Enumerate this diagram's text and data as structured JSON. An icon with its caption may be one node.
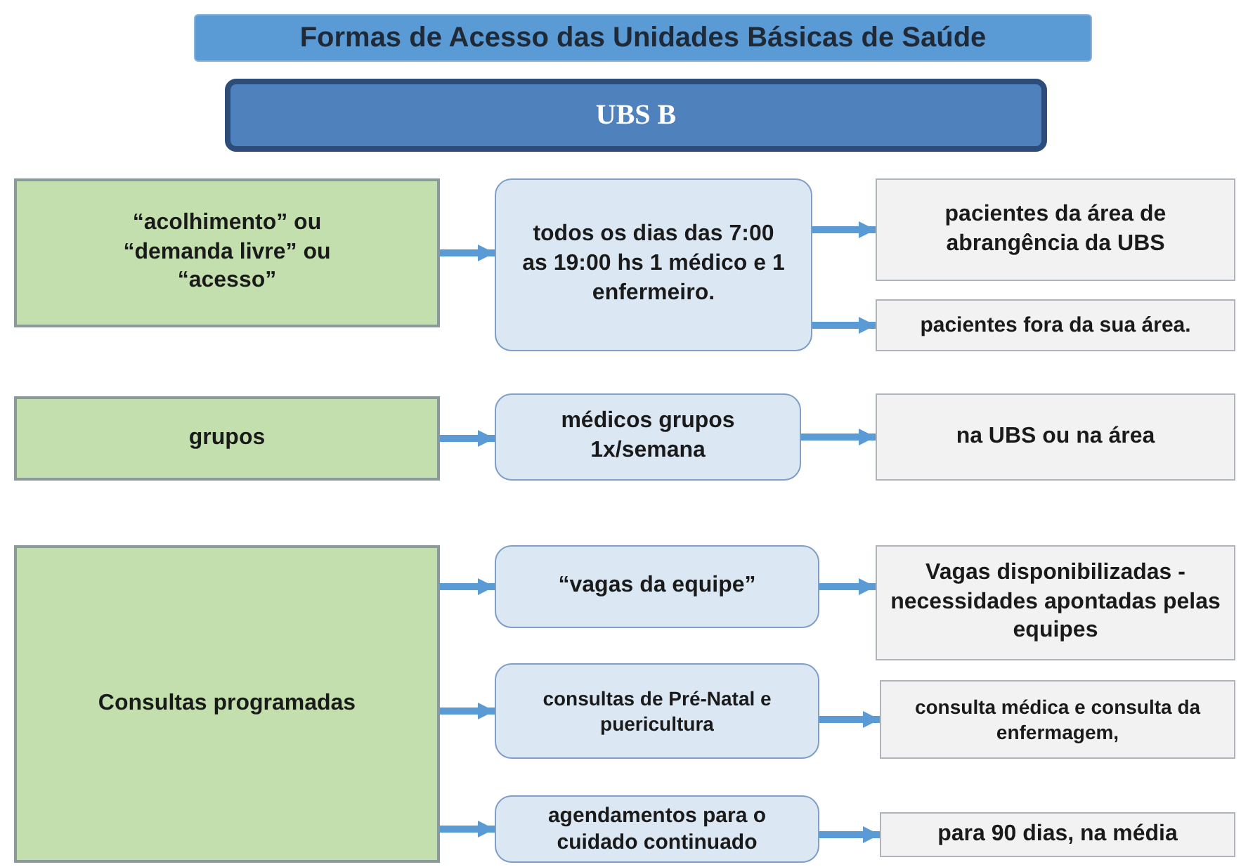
{
  "diagram": {
    "title": "Formas de Acesso das Unidades Básicas de Saúde",
    "nodes": [
      {
        "text": [
          "UBS  B"
        ]
      },
      {
        "text": [
          "“acolhimento” ou “demanda livre” ou “acesso”"
        ]
      },
      {
        "text": [
          "todos os dias das 7:00 as 19:00 hs 1 médico e 1 enfermeiro."
        ]
      },
      {
        "text": [
          "pacientes da área de abrangência da UBS"
        ]
      },
      {
        "text": [
          "pacientes fora da sua área."
        ]
      },
      {
        "text": [
          "grupos"
        ]
      },
      {
        "text": [
          "médicos grupos 1x/semana"
        ]
      },
      {
        "text": [
          "na UBS ou na área"
        ]
      },
      {
        "text": [
          "Consultas programadas"
        ]
      },
      {
        "text": [
          "“vagas da equipe”"
        ]
      },
      {
        "text": [
          "Vagas disponibilizadas -necessidades apontadas pelas  equipes"
        ]
      },
      {
        "text": [
          "consultas de Pré-Natal e puericultura"
        ]
      },
      {
        "text": [
          "consulta médica e consulta da enfermagem,"
        ]
      },
      {
        "text": [
          "agendamentos para o cuidado continuado"
        ]
      },
      {
        "text": [
          "para 90 dias, na média"
        ]
      }
    ],
    "edges": [
      {
        "from": 1,
        "to": 2,
        "arrow": "to"
      },
      {
        "from": 2,
        "to": 3,
        "arrow": "to"
      },
      {
        "from": 2,
        "to": 4,
        "arrow": "to"
      },
      {
        "from": 5,
        "to": 6,
        "arrow": "to"
      },
      {
        "from": 6,
        "to": 7,
        "arrow": "to"
      },
      {
        "from": 8,
        "to": 9,
        "arrow": "to"
      },
      {
        "from": 9,
        "to": 10,
        "arrow": "to"
      },
      {
        "from": 8,
        "to": 11,
        "arrow": "to"
      },
      {
        "from": 11,
        "to": 12,
        "arrow": "to"
      },
      {
        "from": 8,
        "to": 13,
        "arrow": "to"
      },
      {
        "from": 13,
        "to": 14,
        "arrow": "to"
      }
    ]
  }
}
